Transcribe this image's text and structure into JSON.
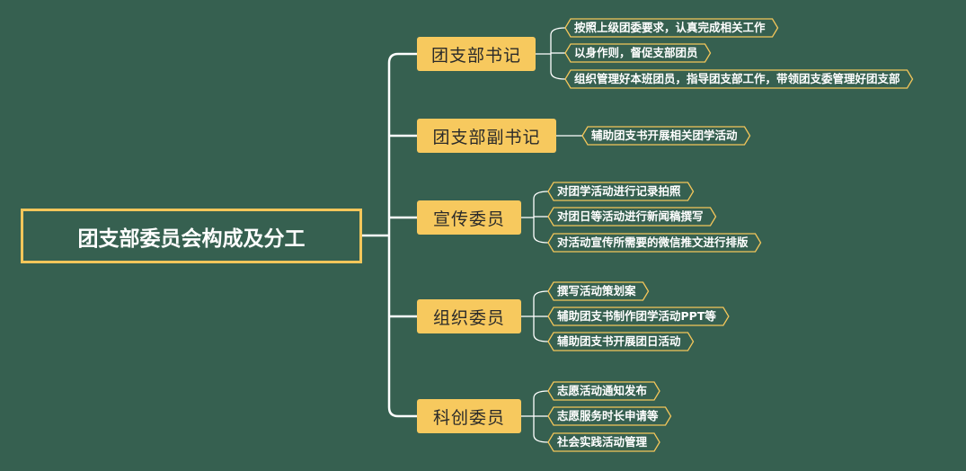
{
  "root": {
    "label": "团支部委员会构成及分工"
  },
  "branches": [
    {
      "label": "团支部书记",
      "duties": [
        "按照上级团委要求，认真完成相关工作",
        "以身作则，督促支部团员",
        "组织管理好本班团员，指导团支部工作，带领团支委管理好团支部"
      ]
    },
    {
      "label": "团支部副书记",
      "duties": [
        "辅助团支书开展相关团学活动"
      ]
    },
    {
      "label": "宣传委员",
      "duties": [
        "对团学活动进行记录拍照",
        "对团日等活动进行新闻稿撰写",
        "对活动宣传所需要的微信推文进行排版"
      ]
    },
    {
      "label": "组织委员",
      "duties": [
        "撰写活动策划案",
        "辅助团支书制作团学活动PPT等",
        "辅助团支书开展团日活动"
      ]
    },
    {
      "label": "科创委员",
      "duties": [
        "志愿活动通知发布",
        "志愿服务时长申请等",
        "社会实践活动管理"
      ]
    }
  ],
  "colors": {
    "background": "#366050",
    "accent": "#f7c95e",
    "line": "#ffffff"
  }
}
